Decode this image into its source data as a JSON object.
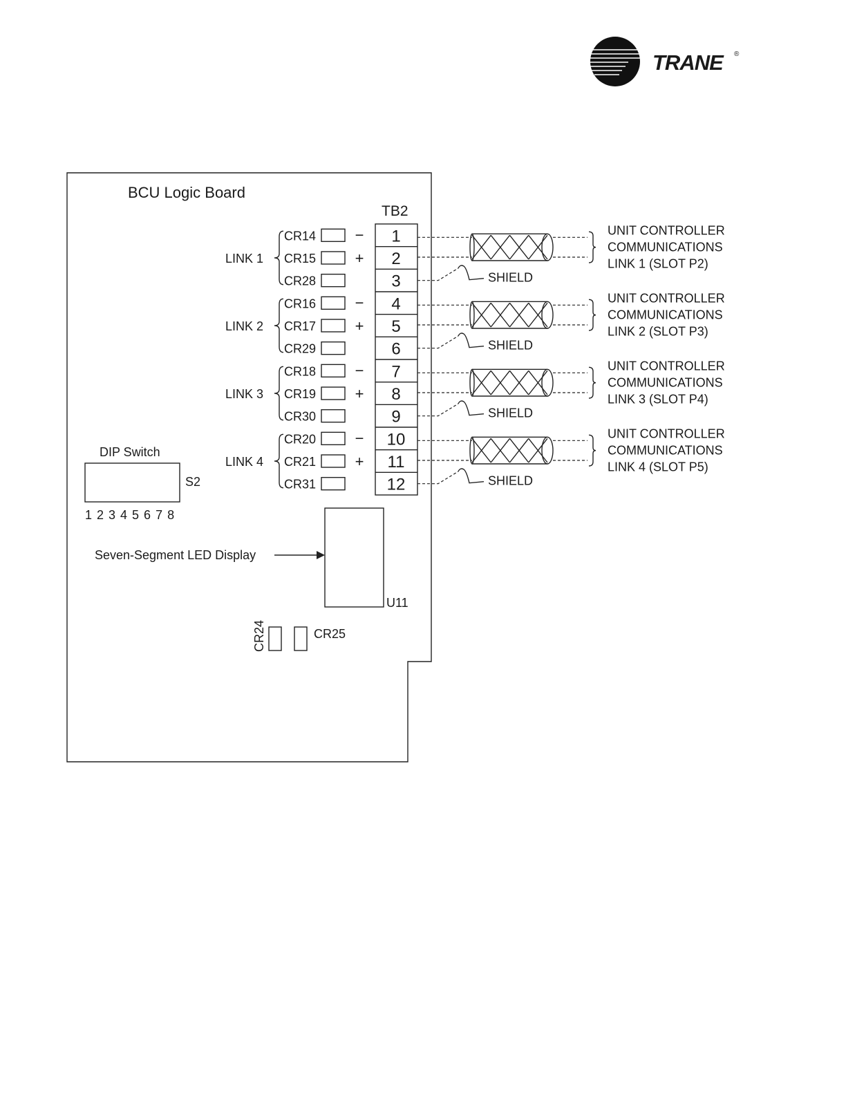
{
  "brand": {
    "name": "TRANE",
    "registered": "®"
  },
  "board": {
    "title": "BCU Logic Board",
    "terminal_block": "TB2",
    "shield_label": "SHIELD",
    "links": [
      {
        "label": "LINK 1",
        "leds": [
          "CR14",
          "CR15",
          "CR28"
        ],
        "terminals": [
          "1",
          "2",
          "3"
        ],
        "dest": [
          "UNIT CONTROLLER",
          "COMMUNICATIONS",
          "LINK 1 (SLOT P2)"
        ]
      },
      {
        "label": "LINK 2",
        "leds": [
          "CR16",
          "CR17",
          "CR29"
        ],
        "terminals": [
          "4",
          "5",
          "6"
        ],
        "dest": [
          "UNIT CONTROLLER",
          "COMMUNICATIONS",
          "LINK 2 (SLOT P3)"
        ]
      },
      {
        "label": "LINK 3",
        "leds": [
          "CR18",
          "CR19",
          "CR30"
        ],
        "terminals": [
          "7",
          "8",
          "9"
        ],
        "dest": [
          "UNIT CONTROLLER",
          "COMMUNICATIONS",
          "LINK 3 (SLOT P4)"
        ]
      },
      {
        "label": "LINK 4",
        "leds": [
          "CR20",
          "CR21",
          "CR31"
        ],
        "terminals": [
          "10",
          "11",
          "12"
        ],
        "dest": [
          "UNIT CONTROLLER",
          "COMMUNICATIONS",
          "LINK 4 (SLOT P5)"
        ]
      }
    ],
    "polarity": {
      "minus": "−",
      "plus": "+"
    },
    "dip": {
      "label": "DIP Switch",
      "ref": "S2",
      "positions": "1 2 3 4 5 6 7 8"
    },
    "display": {
      "label": "Seven-Segment LED Display",
      "ref": "U11"
    },
    "bottom_leds": [
      "CR24",
      "CR25"
    ]
  }
}
